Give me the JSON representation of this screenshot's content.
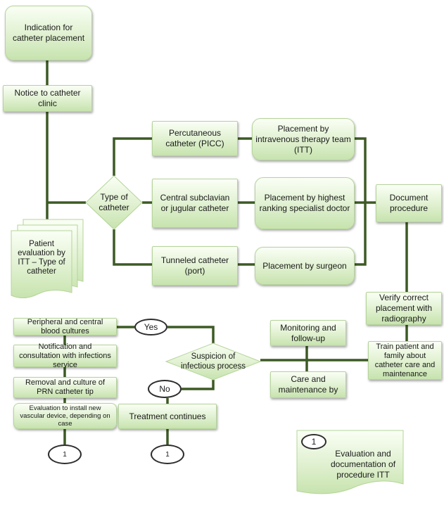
{
  "nodes": {
    "indication": "Indication for catheter placement",
    "notice": "Notice to catheter clinic",
    "patient_eval": "Patient evaluation by ITT – Type of catheter",
    "type_of_catheter": "Type of catheter",
    "picc": "Percutaneous catheter (PICC)",
    "central": "Central subclavian or jugular catheter",
    "tunneled": "Tunneled catheter (port)",
    "placement_itt": "Placement by intravenous therapy team (ITT)",
    "placement_specialist": "Placement by highest ranking specialist doctor",
    "placement_surgeon": "Placement by surgeon",
    "document": "Document procedure",
    "verify": "Verify correct placement with radiography",
    "train": "Train patient and family about catheter care and maintenance",
    "monitoring": "Monitoring and follow-up",
    "care": "Care and maintenance by",
    "suspicion": "Suspicion of infectious process",
    "yes": "Yes",
    "no": "No",
    "blood_cultures": "Peripheral and central blood cultures",
    "notification": "Notification and consultation with infections service",
    "removal": "Removal and culture of PRN catheter tip",
    "evaluation_install": "Evaluation to install new vascular device, depending on case",
    "treatment": "Treatment continues",
    "connector_left": "1",
    "connector_right": "1",
    "legend_number": "1",
    "legend_text": "Evaluation and documentation of procedure ITT"
  },
  "colors": {
    "line": "#3d5a25",
    "box_fill_top": "#fafff5",
    "box_fill_bottom": "#c7e3ae",
    "box_border": "#b5d49a"
  }
}
